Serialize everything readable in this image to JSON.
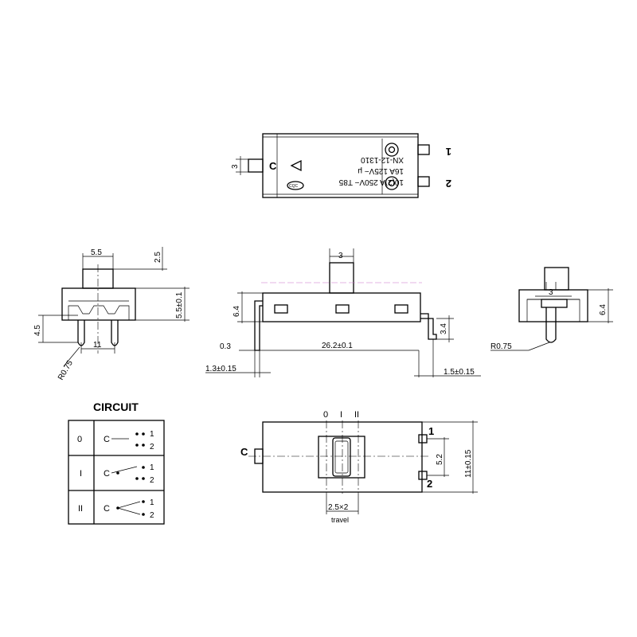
{
  "top_view": {
    "label_line1": "10(2)A 250V~  T85",
    "label_line2": "16A 125V~   μ",
    "label_line3": "XN-12-1310",
    "brand": "CQC",
    "common": "C",
    "term_2": "2",
    "term_1": "1",
    "dim_3": "3"
  },
  "side_view": {
    "dim_55": "5.5",
    "dim_25": "2.5",
    "dim_55b": "5.5±0.1",
    "dim_45": "4.5",
    "dim_11": "11",
    "dim_r": "R0.75"
  },
  "front_view": {
    "dim_3": "3",
    "dim_64": "6.4",
    "dim_03": "0.3",
    "dim_262": "26.2±0.1",
    "dim_13": "1.3±0.15",
    "dim_34": "3.4",
    "dim_15": "1.5±0.15"
  },
  "end_view": {
    "dim_3": "3",
    "dim_64": "6.4",
    "dim_r": "R0.75"
  },
  "circuit": {
    "title": "CIRCUIT",
    "rows": [
      {
        "pos": "0",
        "c": "C",
        "t1": "1",
        "t2": "2"
      },
      {
        "pos": "I",
        "c": "C",
        "t1": "1",
        "t2": "2"
      },
      {
        "pos": "II",
        "c": "C",
        "t1": "1",
        "t2": "2"
      }
    ]
  },
  "bottom_view": {
    "pos_0": "0",
    "pos_1": "I",
    "pos_2": "II",
    "common": "C",
    "term_1": "1",
    "term_2": "2",
    "dim_52": "5.2",
    "dim_11": "11±0.15",
    "dim_travel": "2.5×2",
    "travel": "travel"
  }
}
